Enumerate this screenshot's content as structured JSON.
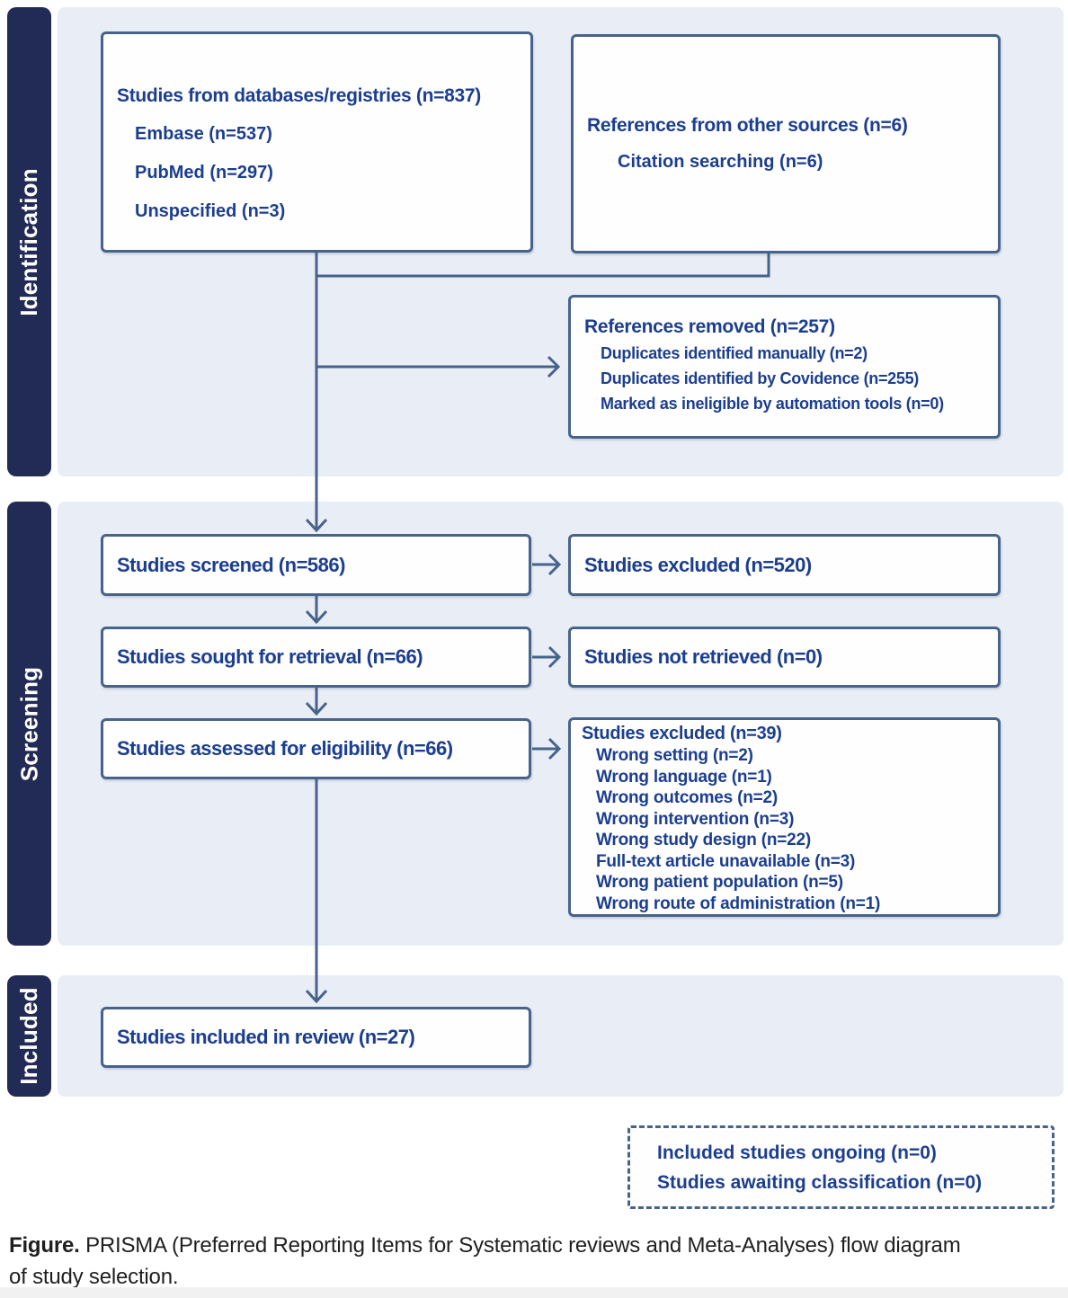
{
  "colors": {
    "sidebar_navy": "#222b55",
    "band_blue": "#e9eef6",
    "box_border": "#47638b",
    "text_blue": "#1c3e8f"
  },
  "sections": {
    "identification": {
      "label": "Identification"
    },
    "screening": {
      "label": "Screening"
    },
    "included": {
      "label": "Included"
    }
  },
  "boxes": {
    "databases": {
      "title": "Studies from databases/registries (n=837)",
      "items": [
        "Embase (n=537)",
        "PubMed (n=297)",
        "Unspecified (n=3)"
      ]
    },
    "other_sources": {
      "title": "References from other sources (n=6)",
      "items": [
        "Citation searching (n=6)"
      ]
    },
    "references_removed": {
      "title": "References removed (n=257)",
      "items": [
        "Duplicates identified manually (n=2)",
        "Duplicates identified by Covidence (n=255)",
        "Marked as ineligible by automation tools (n=0)"
      ]
    },
    "screened": {
      "title": "Studies screened (n=586)"
    },
    "excluded_screen": {
      "title": "Studies excluded (n=520)"
    },
    "sought": {
      "title": "Studies sought for retrieval (n=66)"
    },
    "not_retrieved": {
      "title": "Studies not retrieved (n=0)"
    },
    "assessed": {
      "title": "Studies assessed for eligibility (n=66)"
    },
    "excluded_eligibility": {
      "title": "Studies excluded (n=39)",
      "items": [
        "Wrong setting (n=2)",
        "Wrong language (n=1)",
        "Wrong outcomes (n=2)",
        "Wrong intervention (n=3)",
        "Wrong study design (n=22)",
        "Full-text article unavailable (n=3)",
        "Wrong patient population (n=5)",
        "Wrong route of administration (n=1)"
      ]
    },
    "included_review": {
      "title": "Studies included in review (n=27)"
    },
    "ongoing": {
      "lines": [
        "Included studies ongoing (n=0)",
        "Studies awaiting classification (n=0)"
      ]
    }
  },
  "caption": {
    "prefix": "Figure.",
    "line1": " PRISMA (Preferred Reporting Items for Systematic reviews and Meta-Analyses) flow diagram",
    "line2": "of study selection."
  }
}
